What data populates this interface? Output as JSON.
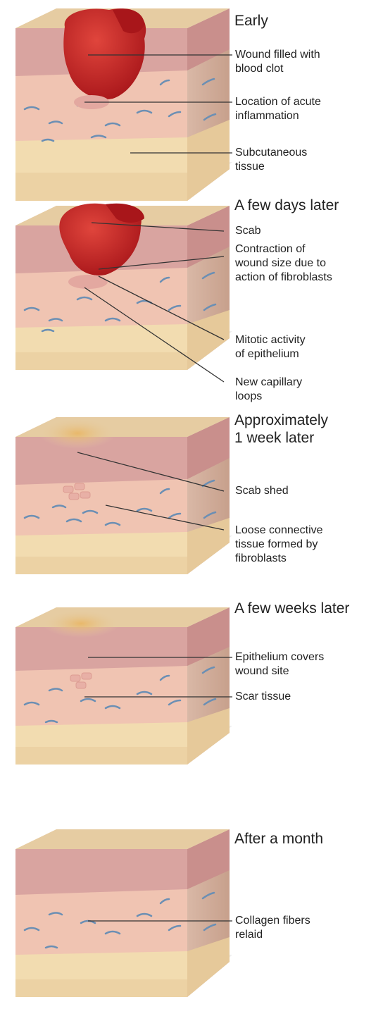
{
  "colors": {
    "wound": "#c9241f",
    "epidermis": "#d9a4a0",
    "dermis": "#f0c4b2",
    "subcutaneous": "#f2dcb0",
    "surface": "#e6cca2",
    "fibers": "#6b8fb4",
    "leader": "#333333"
  },
  "stages": [
    {
      "title": "Early",
      "labels": [
        "Wound filled with\nblood clot",
        "Location of acute\ninflammation",
        "Subcutaneous\ntissue"
      ]
    },
    {
      "title": "A few days later",
      "labels": [
        "Scab",
        "Contraction of\nwound size due to\naction of fibroblasts",
        "Mitotic activity\nof epithelium",
        "New capillary\nloops"
      ]
    },
    {
      "title": "Approximately\n1 week later",
      "labels": [
        "Scab shed",
        "Loose connective\ntissue formed by\nfibroblasts"
      ]
    },
    {
      "title": "A few weeks later",
      "labels": [
        "Epithelium covers\nwound site",
        "Scar tissue"
      ]
    },
    {
      "title": "After a month",
      "labels": [
        "Collagen fibers\nrelaid"
      ]
    }
  ]
}
